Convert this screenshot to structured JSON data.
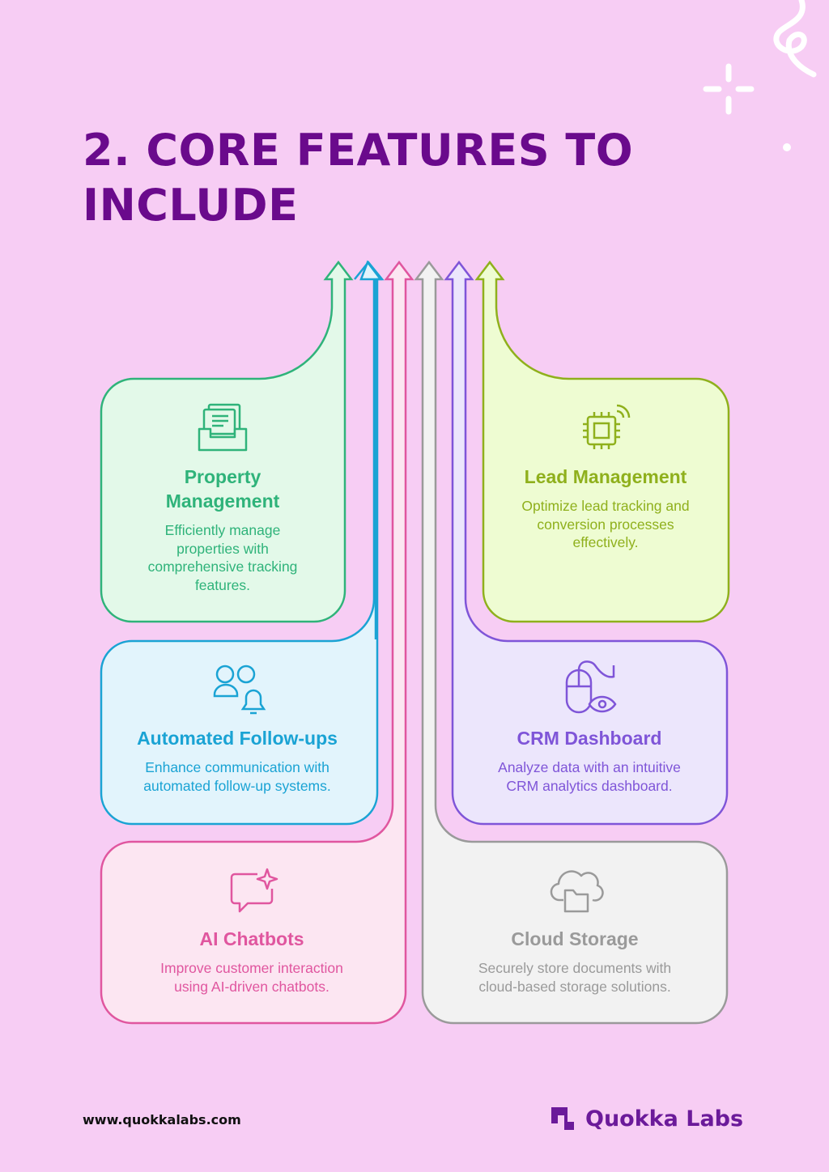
{
  "title": "2. CORE FEATURES TO INCLUDE",
  "colors": {
    "background": "#f7cdf4",
    "title": "#6a0a8c",
    "property": "#2fb37a",
    "followups": "#1aa3d4",
    "chatbots": "#e0569f",
    "lead": "#8fb01c",
    "crm": "#7f55d8",
    "storage": "#9a9a9a",
    "brand": "#6b1a9a"
  },
  "cards": {
    "property": {
      "icon": "document-tray-icon",
      "title_line1": "Property",
      "title_line2": "Management",
      "desc_line1": "Efficiently manage",
      "desc_line2": "properties with",
      "desc_line3": "comprehensive tracking",
      "desc_line4": "features."
    },
    "lead": {
      "icon": "chip-signal-icon",
      "title": "Lead Management",
      "desc_line1": "Optimize lead tracking and",
      "desc_line2": "conversion processes",
      "desc_line3": "effectively."
    },
    "followups": {
      "icon": "users-bell-icon",
      "title": "Automated Follow-ups",
      "desc_line1": "Enhance communication with",
      "desc_line2": "automated follow-up systems."
    },
    "crm": {
      "icon": "mouse-eye-icon",
      "title": "CRM Dashboard",
      "desc_line1": "Analyze data with an intuitive",
      "desc_line2": "CRM analytics dashboard."
    },
    "chatbots": {
      "icon": "chat-sparkle-icon",
      "title": "AI Chatbots",
      "desc_line1": "Improve customer interaction",
      "desc_line2": "using AI-driven chatbots."
    },
    "storage": {
      "icon": "cloud-folder-icon",
      "title": "Cloud Storage",
      "desc_line1": "Securely store documents with",
      "desc_line2": "cloud-based storage solutions."
    }
  },
  "footer": {
    "url": "www.quokkalabs.com",
    "brand": "Quokka Labs"
  }
}
